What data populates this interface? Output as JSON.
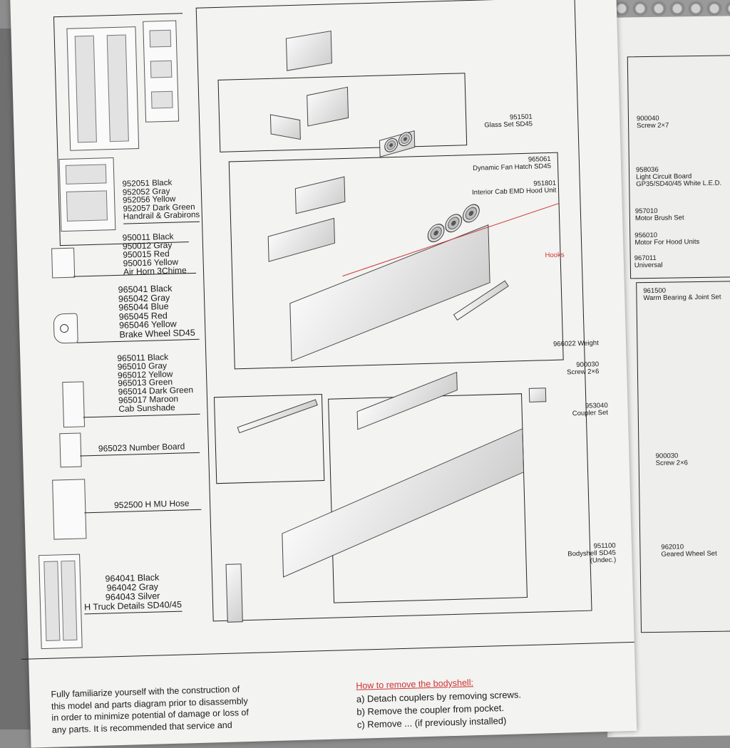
{
  "parts_left": [
    {
      "id": "handrail",
      "lines": [
        "952051 Black",
        "952052 Gray",
        "952056 Yellow",
        "952057 Dark Green",
        "Handrail & Grabirons"
      ]
    },
    {
      "id": "airhorn",
      "lines": [
        "950011 Black",
        "950012 Gray",
        "950015 Red",
        "950016 Yellow",
        "Air Horn 3Chime"
      ]
    },
    {
      "id": "brakewheel",
      "lines": [
        "965041 Black",
        "965042 Gray",
        "965044 Blue",
        "965045 Red",
        "965046 Yellow",
        "Brake Wheel SD45"
      ]
    },
    {
      "id": "sunshade",
      "lines": [
        "965011 Black",
        "965010 Gray",
        "965012 Yellow",
        "965013 Green",
        "965014 Dark Green",
        "965017 Maroon",
        "Cab Sunshade"
      ]
    },
    {
      "id": "numberboard",
      "lines": [
        "965023 Number Board"
      ]
    },
    {
      "id": "muhose",
      "lines": [
        "952500 H MU Hose"
      ]
    },
    {
      "id": "truck",
      "lines": [
        "964041 Black",
        "964042 Gray",
        "964043 Silver",
        "H Truck Details SD40/45"
      ]
    }
  ],
  "parts_center": {
    "glass": [
      "951501",
      "Glass Set SD45"
    ],
    "fanhatch": [
      "965061",
      "Dynamic Fan Hatch SD45"
    ],
    "cab": [
      "951801",
      "Interior Cab EMD Hood Unit"
    ],
    "hooks": "Hooks",
    "weight": "966022 Weight",
    "screw": [
      "900030",
      "Screw 2×6"
    ],
    "coupler": [
      "953040",
      "Coupler Set"
    ],
    "bodyshell": [
      "951100",
      "Bodyshell SD45",
      "(Undec.)"
    ]
  },
  "parts_right": [
    [
      "900040",
      "Screw 2×7"
    ],
    [
      "958036",
      "Light Circuit Board",
      "GP35/SD40/45 White L.E.D."
    ],
    [
      "957010",
      "Motor Brush Set"
    ],
    [
      "956010",
      "Motor For Hood Units"
    ],
    [
      "967011",
      "Universal"
    ],
    [
      "961500",
      "Warm Bearing & Joint Set"
    ],
    [
      "900030",
      "Screw 2×6"
    ],
    [
      "962010",
      "Geared Wheel Set"
    ]
  ],
  "instructions": {
    "intro": [
      "Fully familiarize yourself with the construction of",
      "this model and parts diagram prior to disassembly",
      "in order to minimize potential of damage or loss of",
      "any parts. It is recommended that service and"
    ],
    "heading": "How to remove the bodyshell:",
    "steps": [
      "a)  Detach couplers by removing screws.",
      "b)  Remove the coupler from pocket.",
      "c)  Remove ... (if previously installed)"
    ]
  },
  "colors": {
    "paper": "#f3f3f1",
    "ink": "#1a1a1a",
    "accent": "#cc3333"
  }
}
